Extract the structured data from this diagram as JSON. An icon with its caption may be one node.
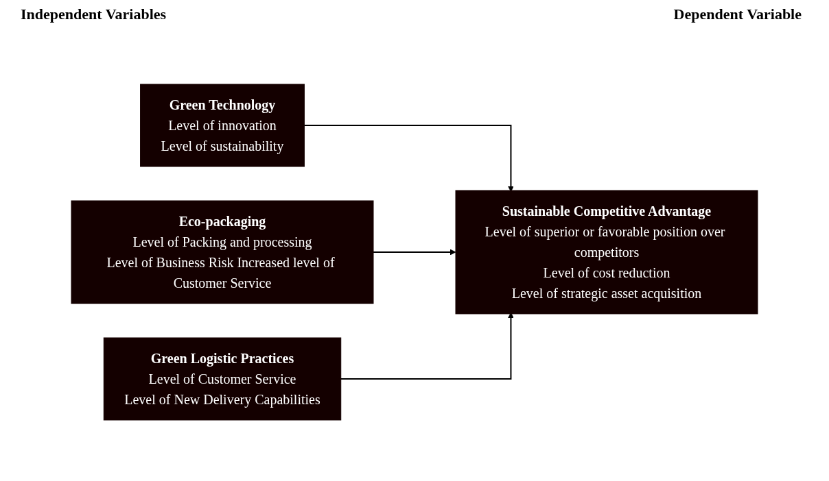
{
  "diagram": {
    "nodes": [
      {
        "text": [
          "Green Technology",
          "Level of innovation",
          "Level of sustainability"
        ]
      },
      {
        "text": [
          "Eco-packaging",
          "Level of Packing and processing",
          "Level of Business Risk Increased level of Customer Service"
        ]
      },
      {
        "text": [
          "Green Logistic Practices",
          "Level of Customer Service",
          "Level of New Delivery Capabilities"
        ]
      },
      {
        "text": [
          "Sustainable Competitive Advantage",
          "Level of superior or favorable position over competitors",
          "Level of cost reduction",
          "Level of strategic asset acquisition"
        ]
      }
    ],
    "edges": [
      {
        "from": 0,
        "to": 3,
        "arrow": "to"
      },
      {
        "from": 1,
        "to": 3,
        "arrow": "to"
      },
      {
        "from": 2,
        "to": 3,
        "arrow": "to"
      }
    ],
    "labels": [
      "Independent Variables",
      "Dependent Variable"
    ]
  }
}
